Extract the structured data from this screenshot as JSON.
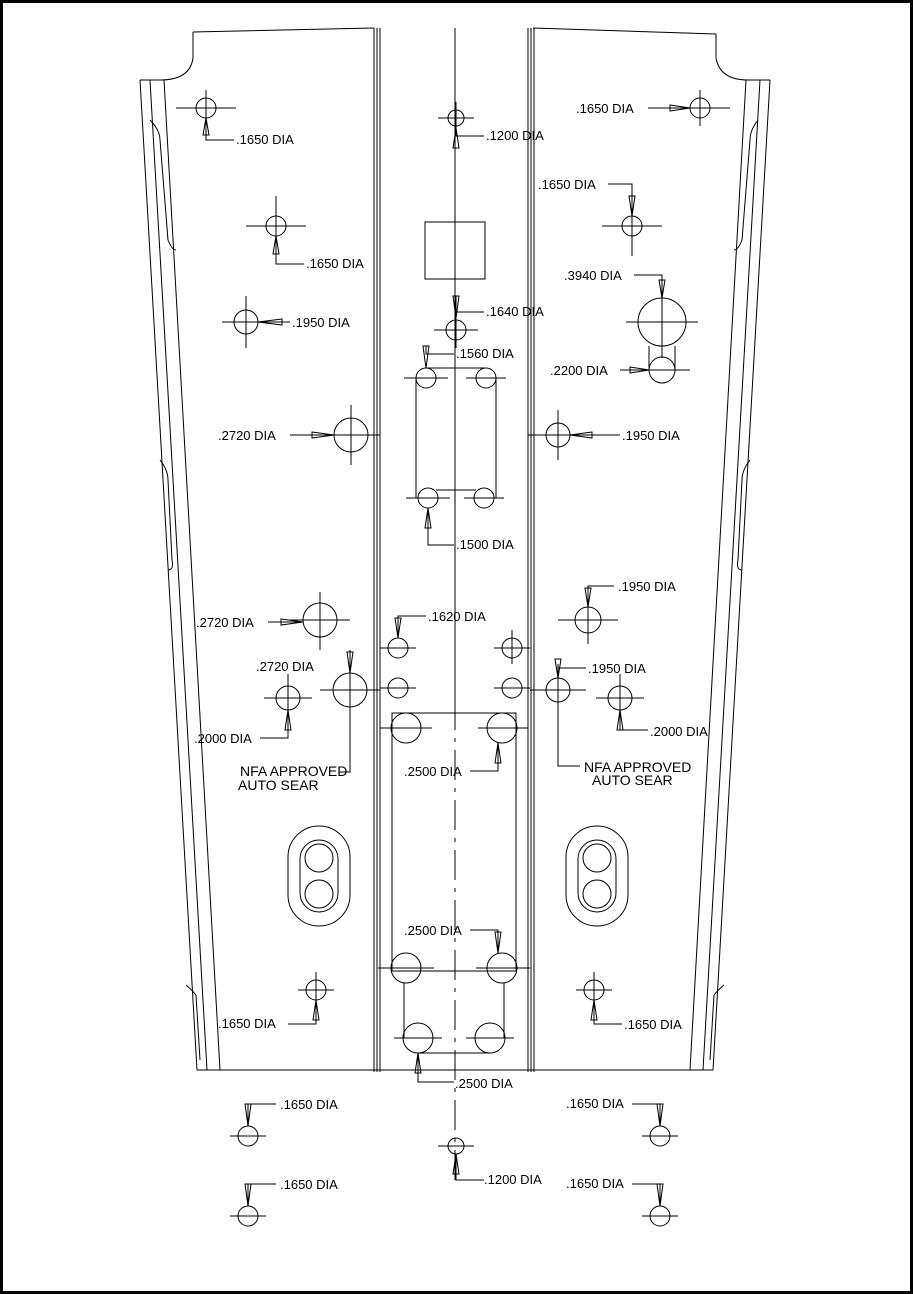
{
  "labels": {
    "l1": ".1650 DIA",
    "l2": ".1200 DIA",
    "l3": ".1650 DIA",
    "l4": ".1650 DIA",
    "l5": ".1650 DIA",
    "l6": ".3940 DIA",
    "l7": ".1640 DIA",
    "l8": ".1950 DIA",
    "l9": ".1560 DIA",
    "l10": ".2200 DIA",
    "l11": ".2720 DIA",
    "l12": ".1950 DIA",
    "l13": ".1500 DIA",
    "l14": ".1950 DIA",
    "l15": ".2720 DIA",
    "l16": ".1620 DIA",
    "l17": ".2720 DIA",
    "l18": ".1950 DIA",
    "l19": ".2000 DIA",
    "l20": ".2000 DIA",
    "l21": ".2500 DIA",
    "l22": ".2500 DIA",
    "l23": ".1650 DIA",
    "l24": ".1650 DIA",
    "l25": ".2500 DIA",
    "l26": ".1650 DIA",
    "l27": ".1650 DIA",
    "l28": ".1200 DIA",
    "l29": ".1650 DIA",
    "l30": ".1650 DIA"
  },
  "notes": {
    "left_line1": "NFA APPROVED",
    "left_line2": "AUTO SEAR",
    "right_line1": "NFA APPROVED",
    "right_line2": "AUTO SEAR"
  }
}
